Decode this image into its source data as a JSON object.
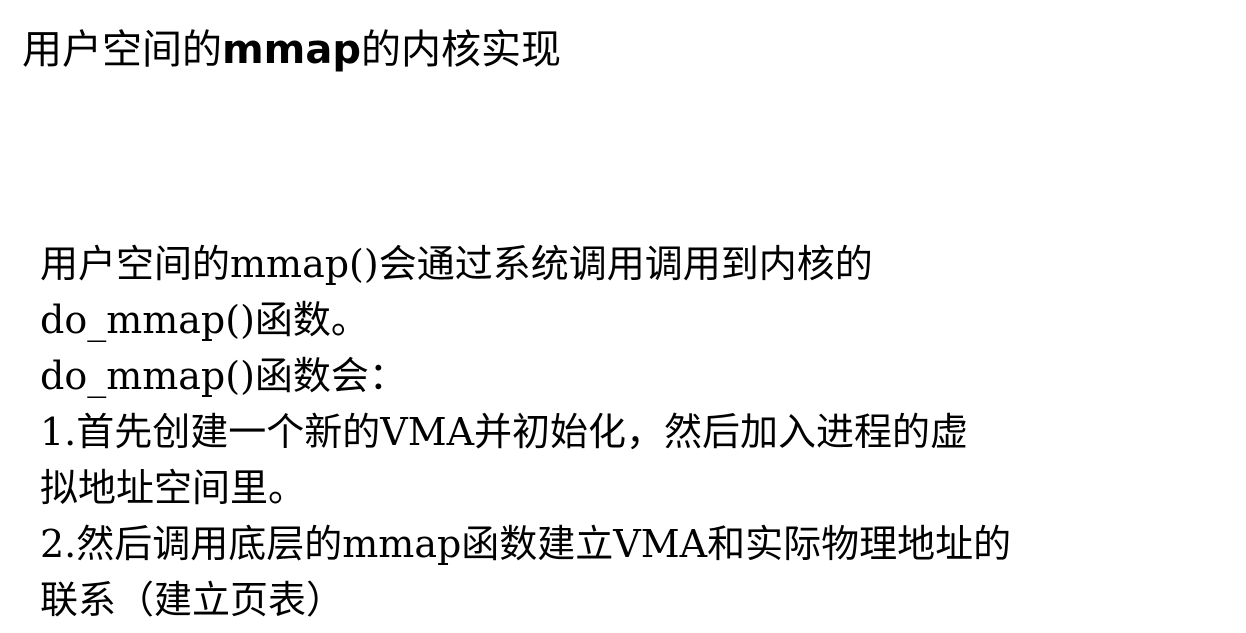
{
  "title": {
    "part1": "用户空间的",
    "part2": "mmap",
    "part3": "的内核实现"
  },
  "body": {
    "lines": [
      "用户空间的mmap()会通过系统调用调用到内核的",
      "do_mmap()函数。",
      "do_mmap()函数会：",
      "1.首先创建一个新的VMA并初始化，然后加入进程的虚",
      "拟地址空间里。",
      "2.然后调用底层的mmap函数建立VMA和实际物理地址的",
      "联系（建立页表）"
    ]
  }
}
